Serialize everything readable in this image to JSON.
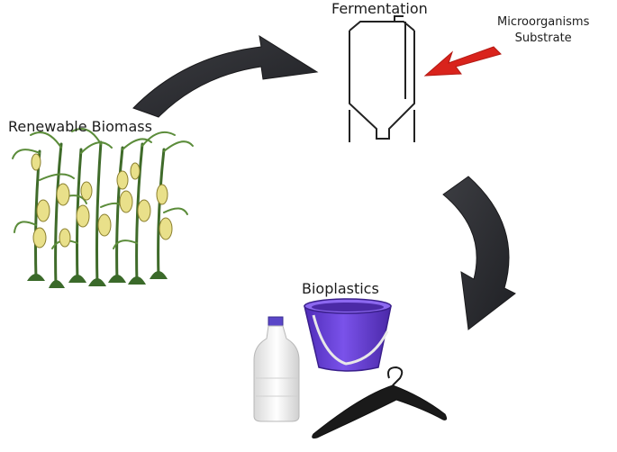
{
  "labels": {
    "fermentation": "Fermentation",
    "microorganisms": "Microorganisms",
    "substrate": "Substrate",
    "renewable_biomass": "Renewable Biomass",
    "bioplastics": "Bioplastics"
  },
  "colors": {
    "arrow": "#2e2f33",
    "input_arrow": "#d9231c",
    "plant_leaf": "#3f6b2a",
    "corn": "#e9e08a",
    "bucket": "#6a3fd6",
    "bottle": "#f2f2f2",
    "bottle_cap": "#5a46c8",
    "hanger": "#1a1a1a",
    "vessel_line": "#222222"
  },
  "icons": [
    "curved-arrow-icon",
    "fermenter-vessel-icon",
    "red-arrow-icon",
    "corn-plants-icon",
    "bucket-icon",
    "bottle-icon",
    "hanger-icon"
  ]
}
